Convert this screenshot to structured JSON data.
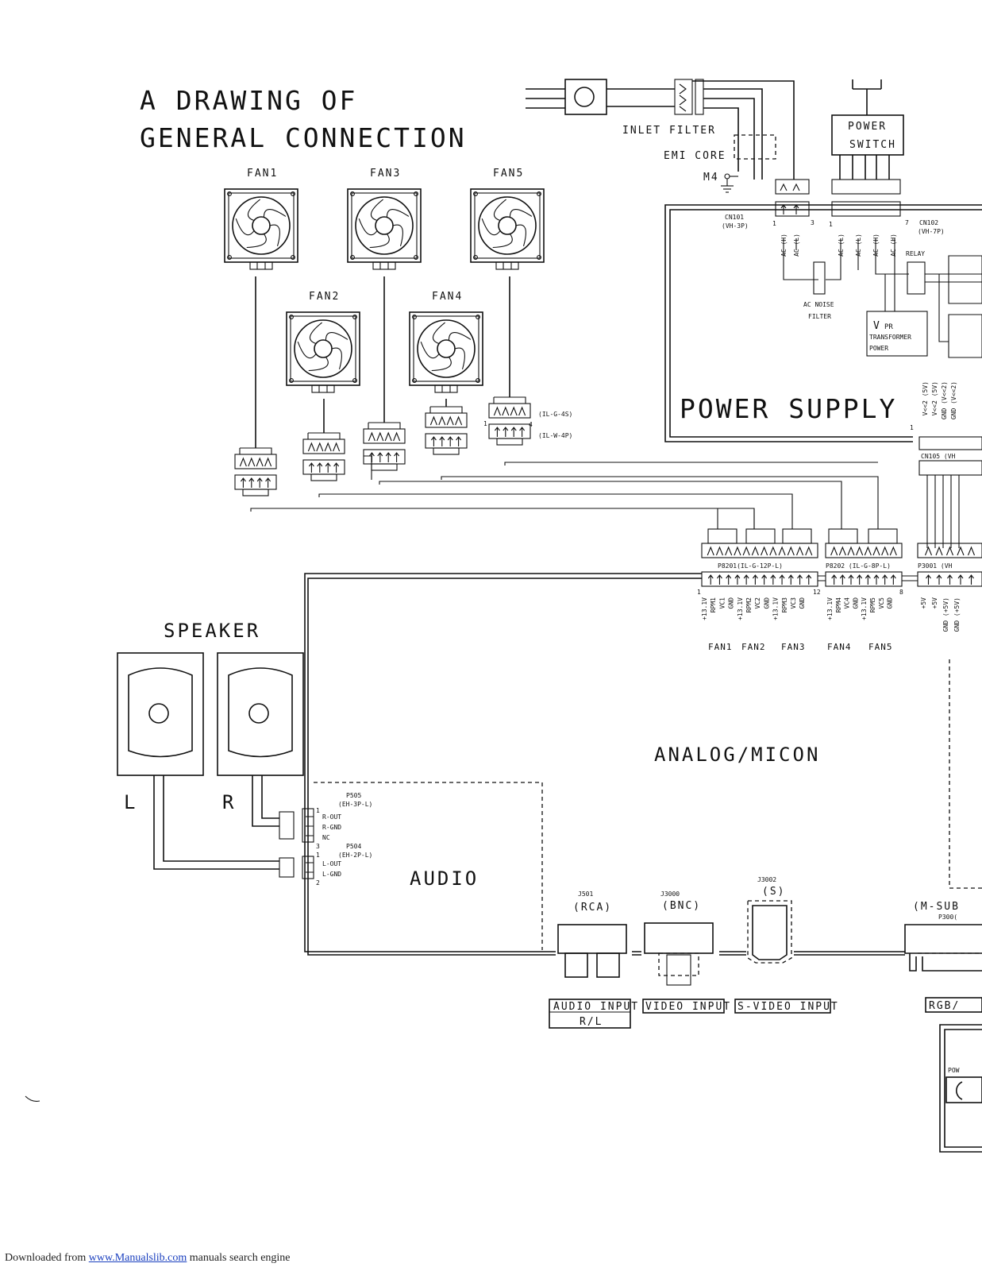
{
  "title": {
    "line1": "A DRAWING OF",
    "line2": "GENERAL CONNECTION"
  },
  "fans": [
    {
      "label": "FAN1"
    },
    {
      "label": "FAN3"
    },
    {
      "label": "FAN5"
    },
    {
      "label": "FAN2"
    },
    {
      "label": "FAN4"
    }
  ],
  "fan_connector": {
    "top": "(IL-G-4S)",
    "bottom": "(IL-W-4P)",
    "pin1": "1",
    "pin4": "4"
  },
  "inlet": {
    "filter": "INLET FILTER",
    "emi": "EMI CORE",
    "m4": "M4"
  },
  "power_switch": {
    "line1": "POWER",
    "line2": "SWITCH"
  },
  "cn101": {
    "name": "CN101",
    "type": "(VH-3P)",
    "pin1": "1",
    "pin3": "3",
    "pins": [
      "AC (H)",
      "AC (L)"
    ]
  },
  "cn102": {
    "name": "CN102",
    "type": "(VH-7P)",
    "pin1": "1",
    "pin7": "7",
    "pins": [
      "AC (L)",
      "AC (L)",
      "AC (H)",
      "AC (H)"
    ]
  },
  "relay": "RELAY",
  "noise_filter": {
    "line1": "AC NOISE",
    "line2": "FILTER"
  },
  "vpr": {
    "v": "V",
    "pr": "PR",
    "line1": "TRANSFORMER",
    "line2": "POWER"
  },
  "power_supply": "POWER SUPPLY",
  "cn105": {
    "name": "CN105 (VH",
    "pin1": "1",
    "pins": [
      "V<<2 (5V)",
      "V<<2 (5V)",
      "GND (V<<2)",
      "GND (V<<2)"
    ]
  },
  "p8201": {
    "name": "P8201(IL-G-12P-L)",
    "pin1": "1",
    "pin12": "12",
    "pins": [
      "+13.1V",
      "RPM1",
      "VC1",
      "GND",
      "+13.1V",
      "RPM2",
      "VC2",
      "GND",
      "+13.1V",
      "RPM3",
      "VC3",
      "GND"
    ]
  },
  "p8202": {
    "name": "P8202 (IL-G-8P-L)",
    "pin8": "8",
    "pins": [
      "+13.1V",
      "RPM4",
      "VC4",
      "GND",
      "+13.1V",
      "RPM5",
      "VC5",
      "GND"
    ]
  },
  "p3001": {
    "name": "P3001 (VH",
    "pins": [
      "+5V",
      "+5V",
      "GND (+5V)",
      "GND (+5V)"
    ]
  },
  "fan_labels": [
    "FAN1",
    "FAN2",
    "FAN3",
    "FAN4",
    "FAN5"
  ],
  "speaker": {
    "title": "SPEAKER",
    "left": "L",
    "right": "R"
  },
  "p505": {
    "name": "P505",
    "type": "(EH-3P-L)",
    "pin1": "1",
    "pin3": "3",
    "pins": [
      "R-OUT",
      "R-GND",
      "NC"
    ]
  },
  "p504": {
    "name": "P504",
    "type": "(EH-2P-L)",
    "pin1": "1",
    "pin2": "2",
    "pins": [
      "L-OUT",
      "L-GND"
    ]
  },
  "analog": "ANALOG/MICON",
  "audio": "AUDIO",
  "jacks": {
    "j501": {
      "id": "J501",
      "type": "(RCA)"
    },
    "j3000": {
      "id": "J3000",
      "type": "(BNC)"
    },
    "j3002": {
      "id": "J3002",
      "type": "(S)"
    },
    "msub": {
      "type": "(M-SUB",
      "id": "P300("
    }
  },
  "inputs": {
    "audio1": "AUDIO INPUT",
    "audio2": "R/L",
    "video": "VIDEO INPUT",
    "svideo": "S-VIDEO INPUT",
    "rgb": "RGB/"
  },
  "pow": "POW",
  "footer": {
    "prefix": "Downloaded from ",
    "link": "www.Manualslib.com",
    "suffix": "  manuals search engine"
  }
}
